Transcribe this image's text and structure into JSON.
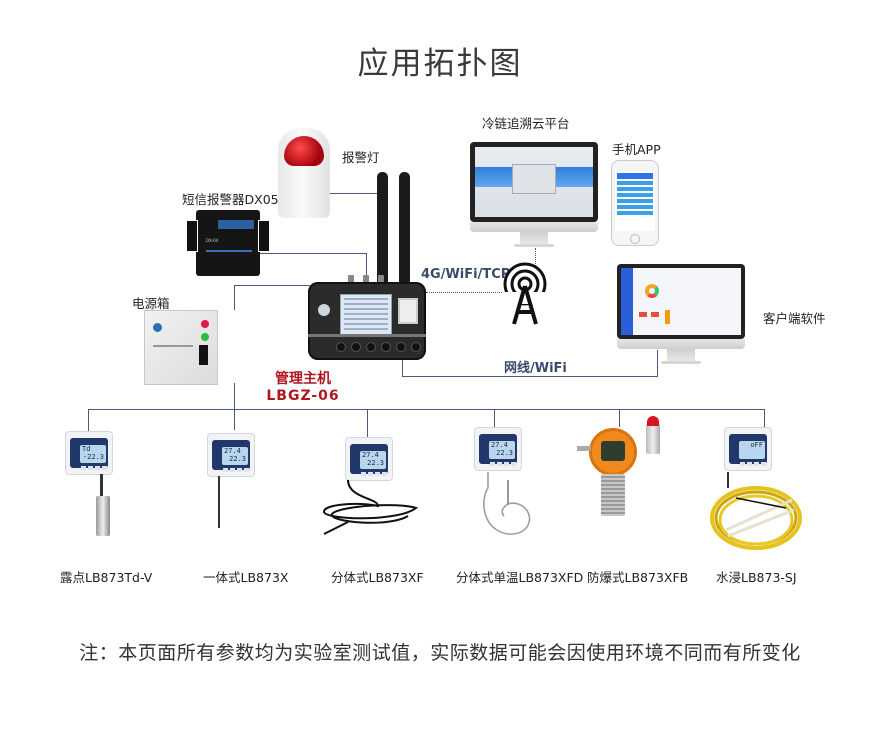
{
  "title": "应用拓扑图",
  "nodes": {
    "alarm_light": {
      "label": "报警灯",
      "icon": "alarm-light-icon"
    },
    "sms_alarm": {
      "label": "短信报警器DX05",
      "icon": "sms-alarm-icon"
    },
    "power_box": {
      "label": "电源箱",
      "icon": "power-box-icon"
    },
    "host": {
      "label_line1": "管理主机",
      "label_line2": "LBGZ-06",
      "icon": "gateway-host-icon"
    },
    "cloud_platform": {
      "label": "冷链追溯云平台",
      "icon": "monitor-icon"
    },
    "mobile_app": {
      "label": "手机APP",
      "icon": "smartphone-icon"
    },
    "client_software": {
      "label": "客户端软件",
      "icon": "monitor-icon"
    },
    "tower": {
      "icon": "signal-tower-icon"
    }
  },
  "links": {
    "wireless": "4G/WiFi/TCP",
    "wired": "网线/WiFi"
  },
  "sensors": [
    {
      "label": "露点LB873Td-V",
      "lcd_top": "Td",
      "lcd_bottom": "-22.3"
    },
    {
      "label": "一体式LB873X",
      "lcd_top": "27.4",
      "lcd_bottom": "22.3"
    },
    {
      "label": "分体式LB873XF",
      "lcd_top": "27.4",
      "lcd_bottom": "22.3"
    },
    {
      "label": "分体式单温LB873XFD",
      "lcd_top": "27.4",
      "lcd_bottom": "22.3"
    },
    {
      "label": "防爆式LB873XFB",
      "lcd_top": "",
      "lcd_bottom": ""
    },
    {
      "label": "水浸LB873-SJ",
      "lcd_top": "",
      "lcd_bottom": "oFF"
    }
  ],
  "note": "注：本页面所有参数均为实验室测试值，实际数据可能会因使用环境不同而有所变化",
  "colors": {
    "line": "#4b5a7a",
    "host_label": "#b0161e",
    "link_label": "#3b4a6b",
    "gas_body": "#f08a1e"
  }
}
